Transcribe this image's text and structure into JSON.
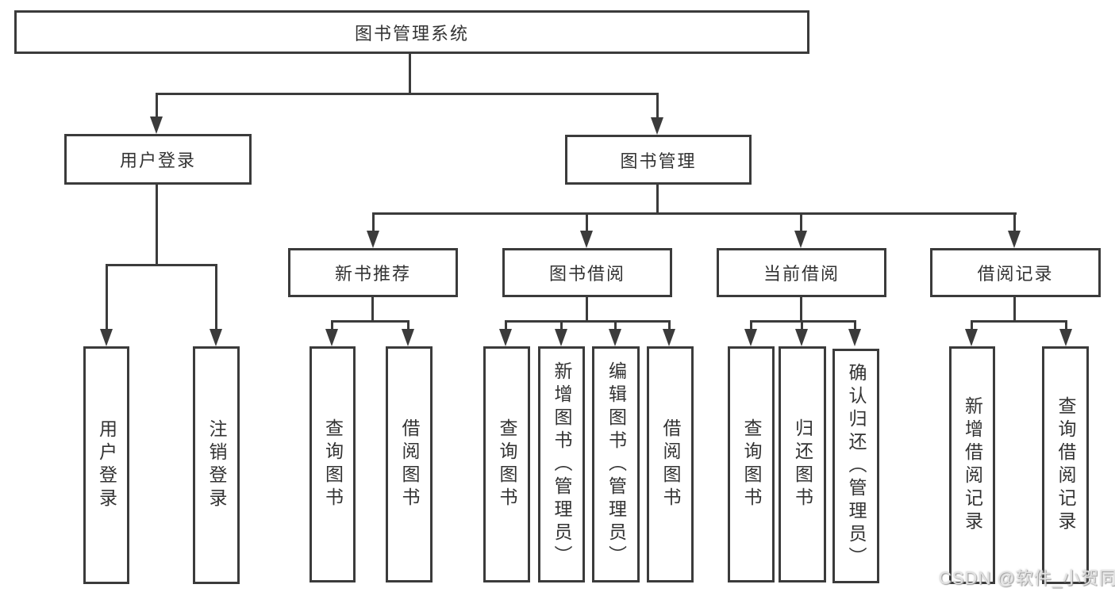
{
  "tree": {
    "root": {
      "label": "图书管理系统"
    },
    "branches": [
      {
        "label": "用户登录",
        "children": [
          "用户登录",
          "注销登录"
        ]
      },
      {
        "label": "图书管理",
        "children": [
          {
            "label": "新书推荐",
            "children": [
              "查询图书",
              "借阅图书"
            ]
          },
          {
            "label": "图书借阅",
            "children": [
              "查询图书",
              "新增图书（管理员）",
              "编辑图书（管理员）",
              "借阅图书"
            ]
          },
          {
            "label": "当前借阅",
            "children": [
              "查询图书",
              "归还图书",
              "确认归还（管理员）"
            ]
          },
          {
            "label": "借阅记录",
            "children": [
              "新增借阅记录",
              "查询借阅记录"
            ]
          }
        ]
      }
    ]
  },
  "watermark": "CSDN @软件_小贺同学",
  "colors": {
    "line": "#3b3b3b",
    "text": "#333333",
    "background": "#ffffff",
    "watermark_text": "#e2e2e2"
  }
}
